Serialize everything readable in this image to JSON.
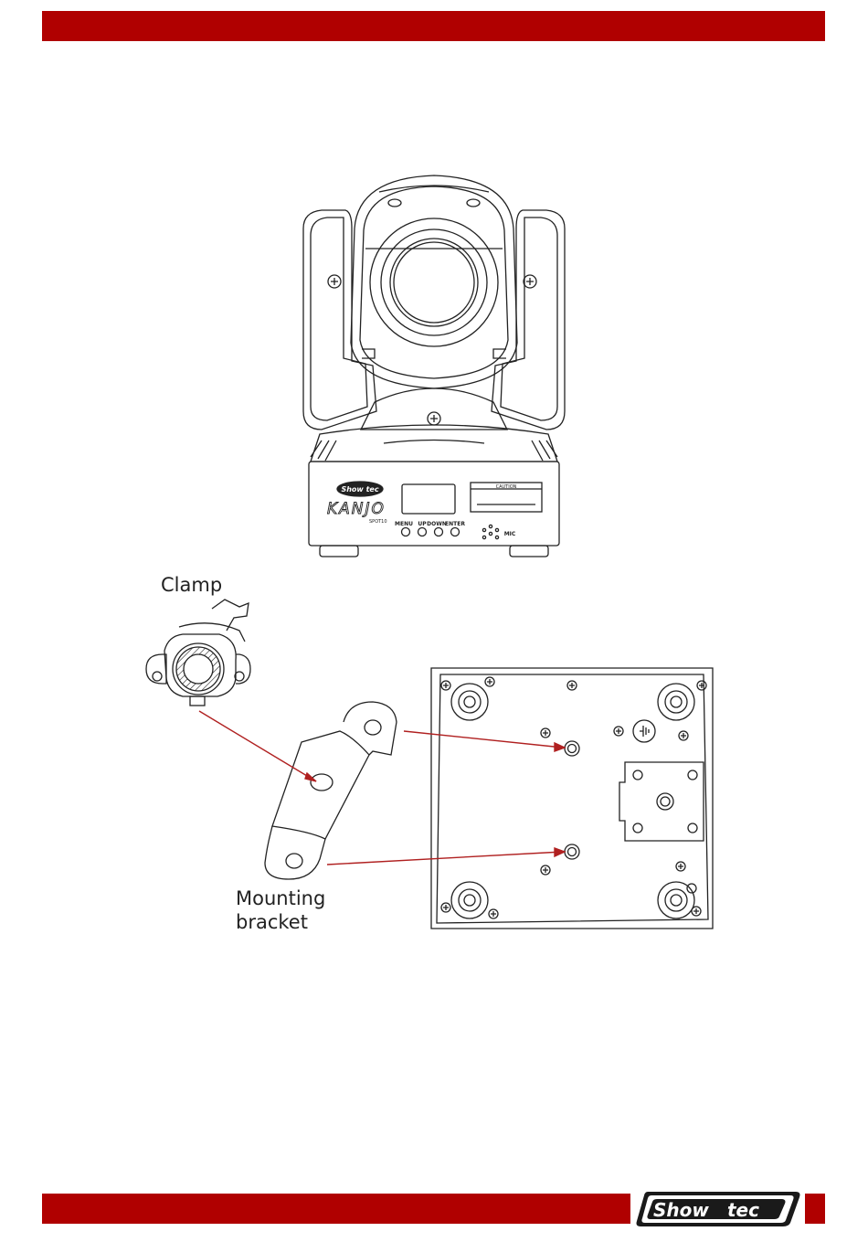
{
  "header": {
    "bar_color": "#b00000"
  },
  "fixture_front": {
    "brand_badge": "Show tec",
    "model_name": "KANJO",
    "model_sub": "SPOT10",
    "warning_label_title": "CAUTION",
    "buttons": [
      "MENU",
      "UP",
      "DOWN",
      "ENTER"
    ],
    "mic_label": "MIC"
  },
  "labels": {
    "clamp": "Clamp",
    "mounting_bracket_line1": "Mounting",
    "mounting_bracket_line2": "bracket"
  },
  "footer": {
    "logo_text_left": "Show",
    "logo_text_right": "tec",
    "logo_mark": "®",
    "bar_color": "#b00000"
  },
  "colors": {
    "accent": "#b00000",
    "arrow": "#b02020",
    "line": "#222222"
  }
}
